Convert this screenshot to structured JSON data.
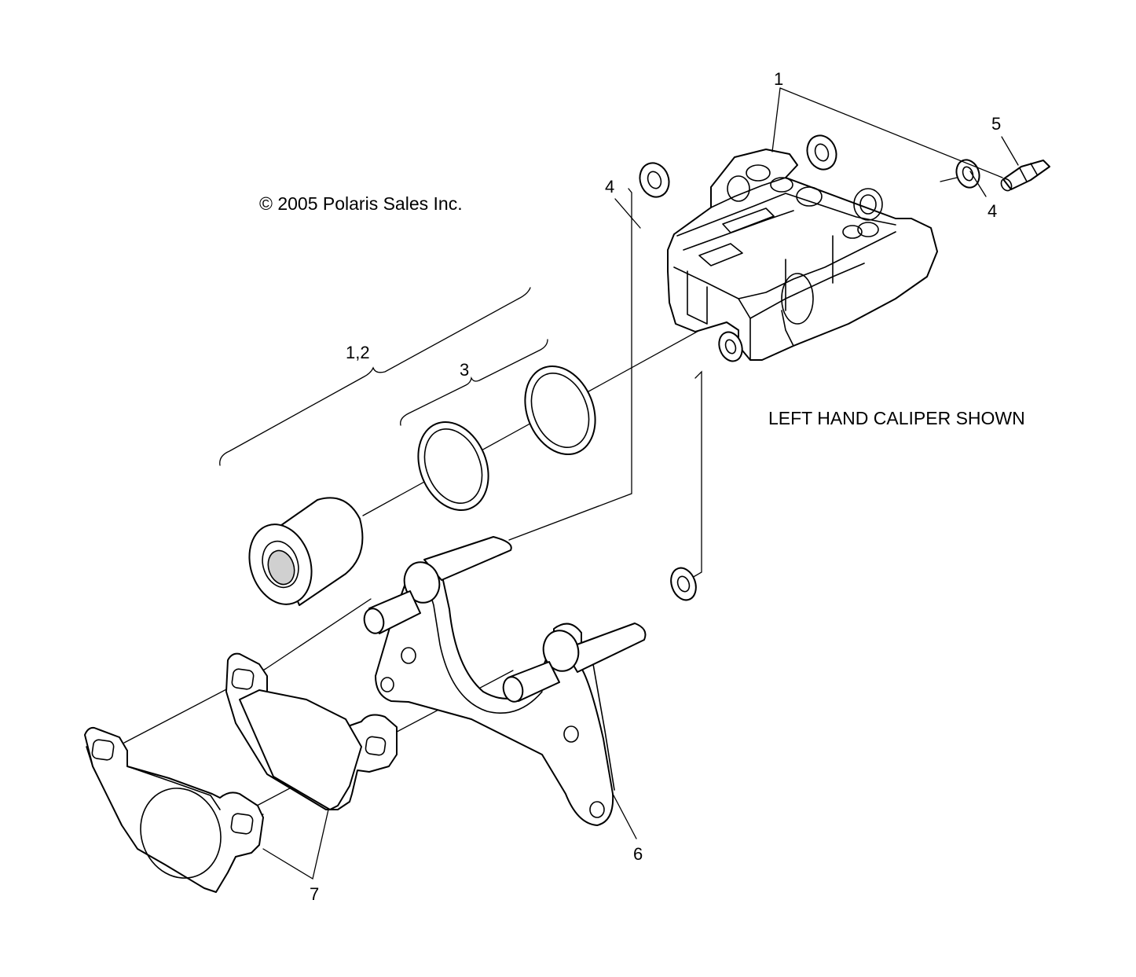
{
  "copyright": "© 2005 Polaris Sales Inc.",
  "note": "LEFT HAND CALIPER SHOWN",
  "callouts": {
    "c1": "1",
    "c12": "1,2",
    "c3": "3",
    "c4a": "4",
    "c4b": "4",
    "c5": "5",
    "c6": "6",
    "c7": "7"
  },
  "colors": {
    "line": "#000000",
    "background": "#ffffff",
    "shade": "#d0d0d0"
  }
}
